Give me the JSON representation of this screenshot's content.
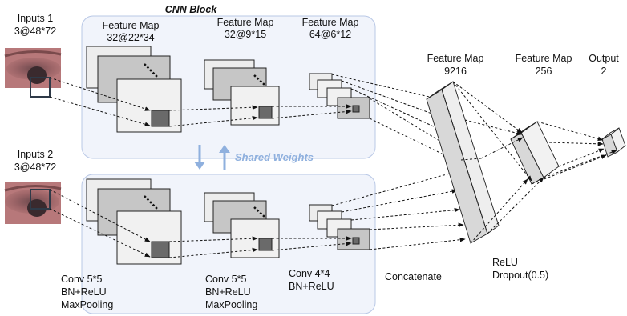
{
  "cnn_block": {
    "title": "CNN Block"
  },
  "inputs": [
    {
      "title": "Inputs 1",
      "shape": "3@48*72"
    },
    {
      "title": "Inputs 2",
      "shape": "3@48*72"
    }
  ],
  "feature_maps": [
    {
      "title": "Feature Map",
      "shape": "32@22*34"
    },
    {
      "title": "Feature Map",
      "shape": "32@9*15"
    },
    {
      "title": "Feature Map",
      "shape": "64@6*12"
    },
    {
      "title": "Feature Map",
      "shape": "9216"
    },
    {
      "title": "Feature Map",
      "shape": "256"
    }
  ],
  "output": {
    "title": "Output",
    "size": "2"
  },
  "shared_weights": {
    "label": "Shared Weights"
  },
  "layer_ops": [
    [
      "Conv 5*5",
      "BN+ReLU",
      "MaxPooling"
    ],
    [
      "Conv 5*5",
      "BN+ReLU",
      "MaxPooling"
    ],
    [
      "Conv 4*4",
      "BN+ReLU"
    ]
  ],
  "concatenate": {
    "label": "Concatenate"
  },
  "fc_ops": [
    "ReLU",
    "Dropout(0.5)"
  ],
  "colors": {
    "block_fill": "#f1f4fb",
    "block_border": "#b9c8e6",
    "shared_accent": "#8fb0de",
    "map_back": "#ededed",
    "map_mid": "#c6c6c6",
    "map_front": "#f1f1f1",
    "kernel": "#6a6a6a",
    "eye_skin": "#a5686b",
    "eye_iris": "#3a2a2e"
  }
}
